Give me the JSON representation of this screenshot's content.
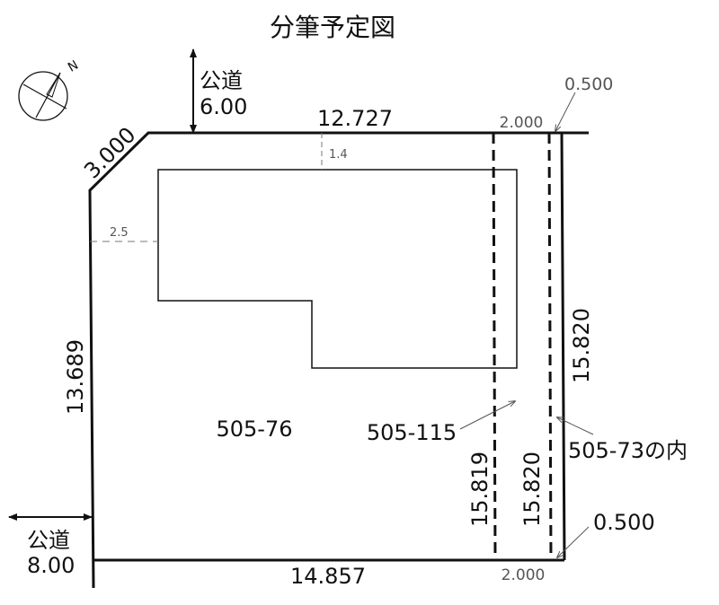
{
  "title": "分筆予定図",
  "compass": {
    "north_label": "N"
  },
  "roads": {
    "north": {
      "label": "公道",
      "width": "6.00"
    },
    "west": {
      "label": "公道",
      "width": "8.00"
    }
  },
  "dimensions": {
    "top": "12.727",
    "top_strip": "2.000",
    "top_strip_small": "0.500",
    "chamfer": "3.000",
    "left": "13.689",
    "right": "15.820",
    "bottom": "14.857",
    "bottom_strip": "2.000",
    "bottom_strip_small": "0.500",
    "strip_left": "15.819",
    "strip_right": "15.820",
    "setback_top": "1.4",
    "setback_left": "2.5"
  },
  "lots": {
    "main": "505-76",
    "strip": "505-115",
    "narrow": "505-73の内"
  }
}
